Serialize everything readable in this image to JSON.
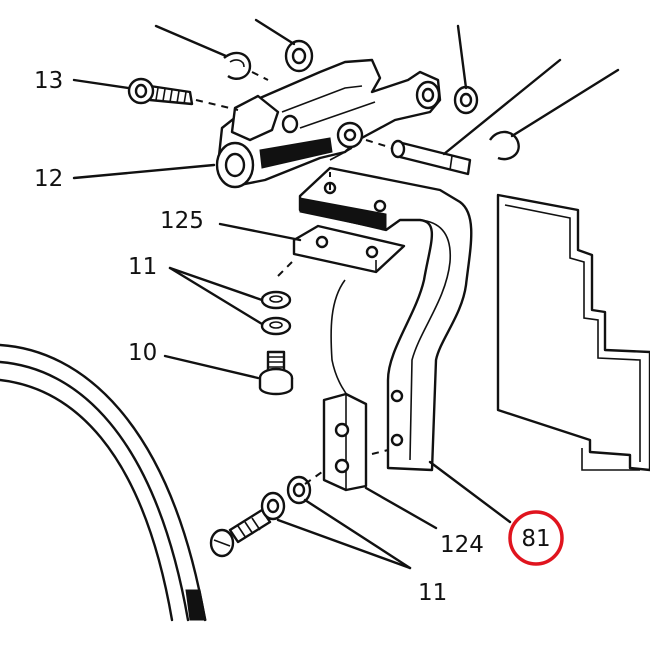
{
  "diagram": {
    "callouts": {
      "c13": "13",
      "c12": "12",
      "c125": "125",
      "c11_top": "11",
      "c10": "10",
      "c124": "124",
      "c11_bottom": "11",
      "c81": "81"
    },
    "highlight_color": "#e0141e"
  }
}
